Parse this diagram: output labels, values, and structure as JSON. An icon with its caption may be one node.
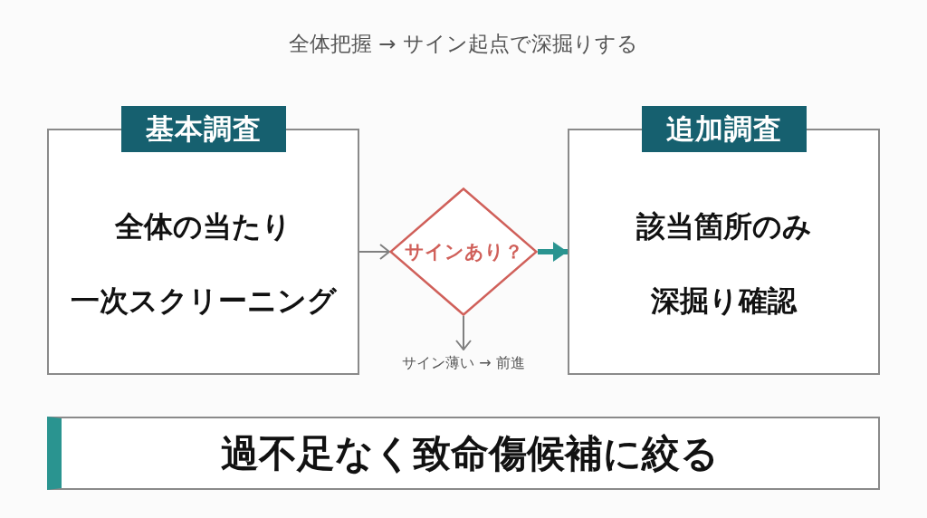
{
  "diagram": {
    "title": "全体把握 → サイン起点で深掘りする",
    "nodes": [
      {
        "text": [
          "基本調査",
          "全体の当たり",
          "一次スクリーニング"
        ]
      },
      {
        "text": [
          "サインあり？"
        ]
      },
      {
        "text": [
          "サイン薄い → 前進"
        ]
      },
      {
        "text": [
          "追加調査",
          "該当箇所のみ",
          "深掘り確認"
        ]
      },
      {
        "text": [
          "過不足なく致命傷候補に絞る"
        ]
      }
    ],
    "edges": [
      {
        "from": 0,
        "to": 1,
        "arrow": "to"
      },
      {
        "from": 1,
        "to": 3,
        "arrow": "to",
        "style": "thick",
        "color": "#2a9490"
      },
      {
        "from": 1,
        "to": 2,
        "arrow": "to"
      }
    ]
  }
}
